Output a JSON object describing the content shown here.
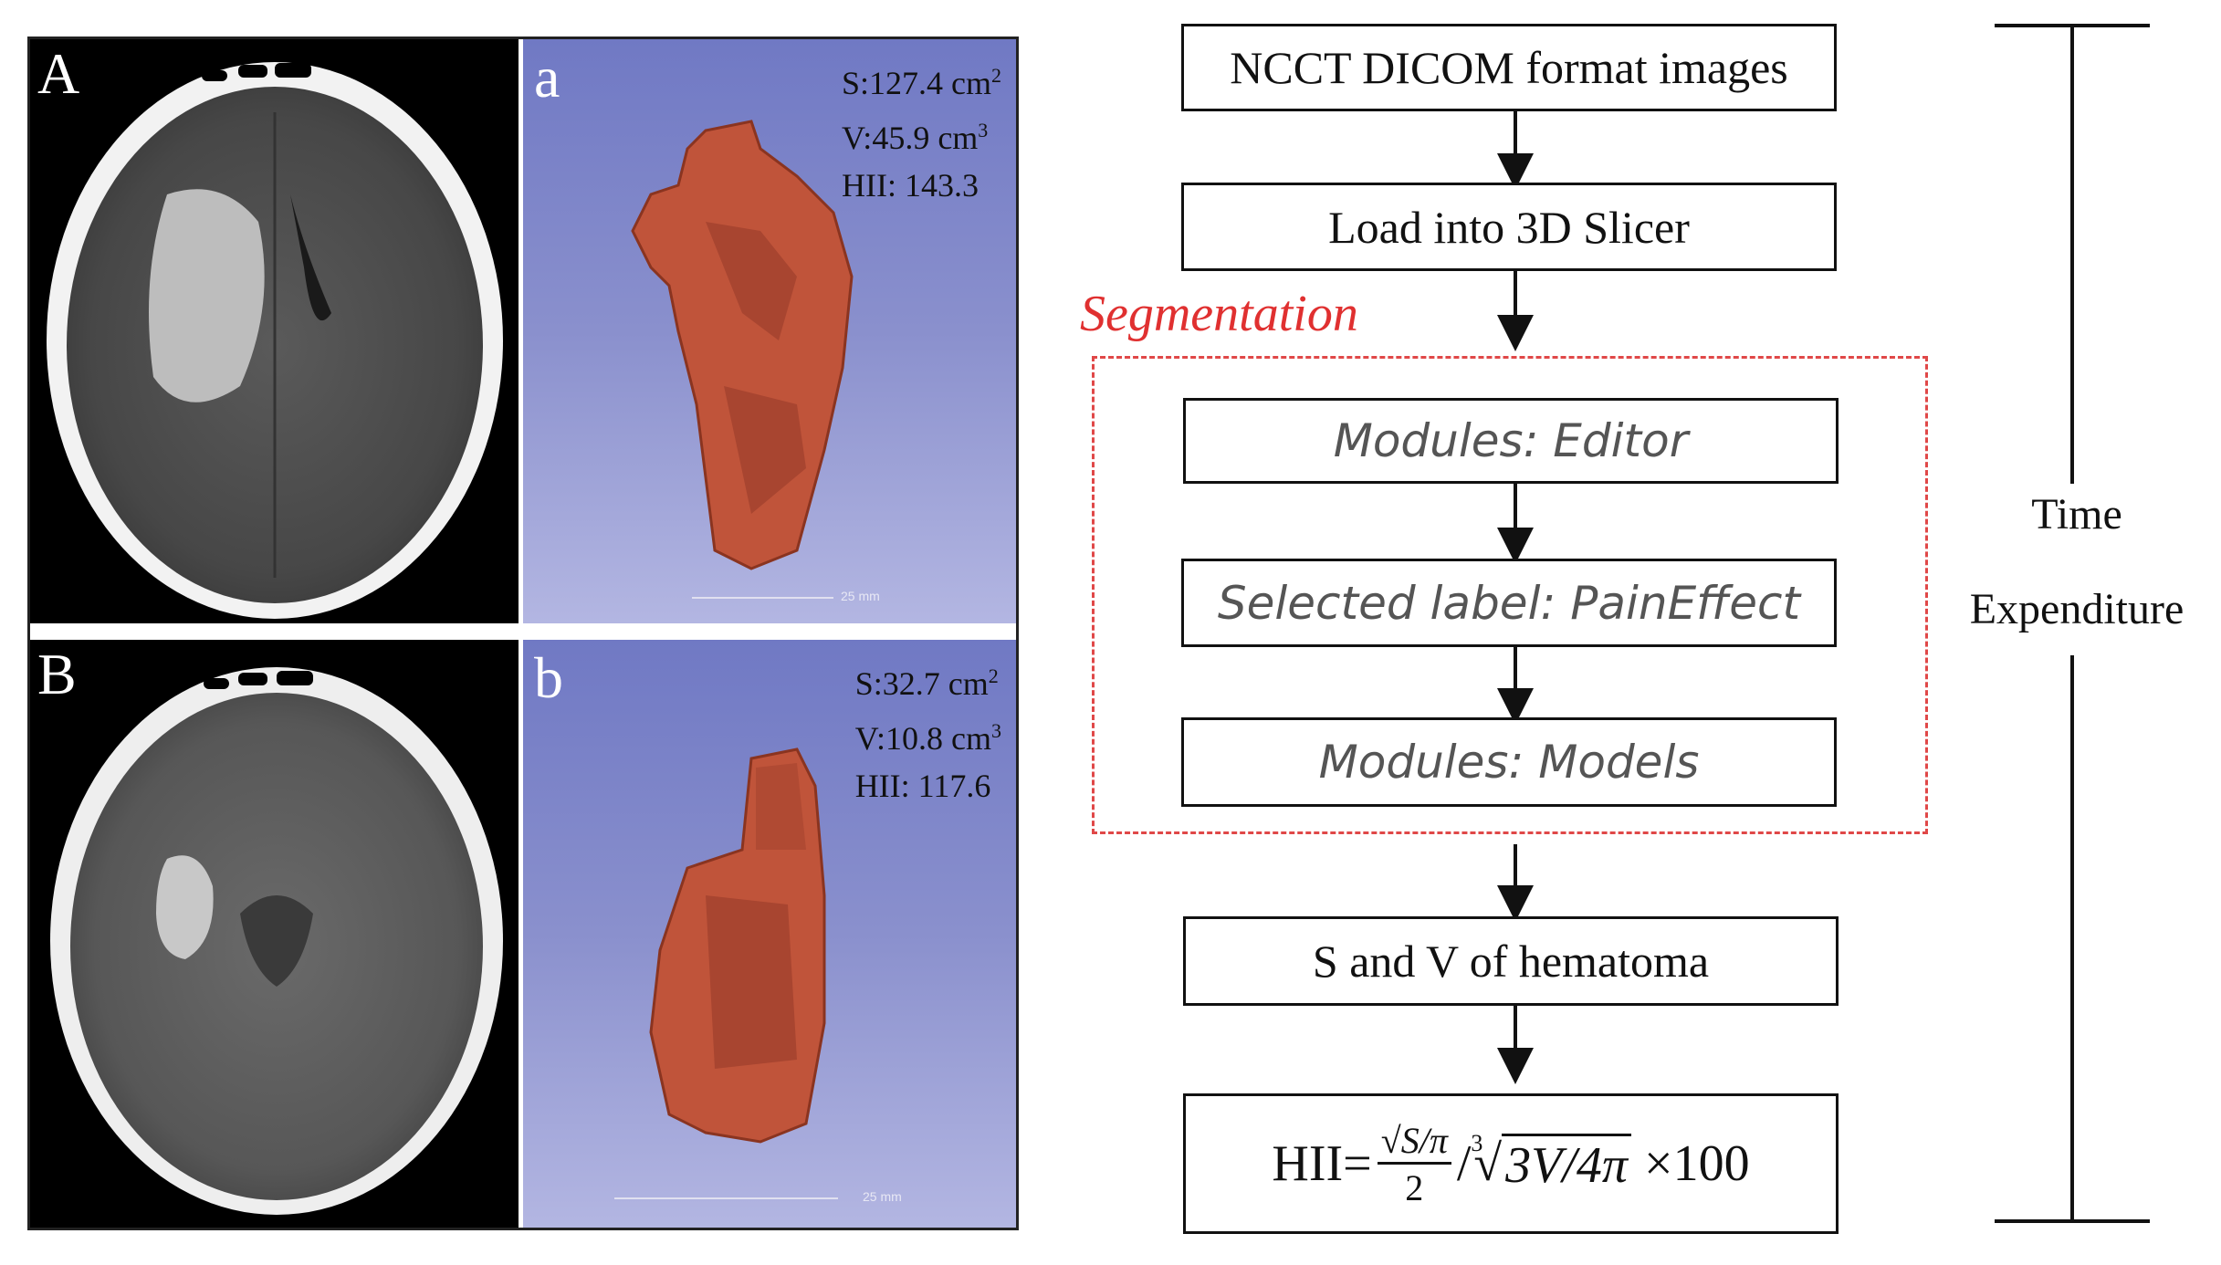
{
  "panels": {
    "A": {
      "letter": "A"
    },
    "a": {
      "letter": "a",
      "s_line": "S:127.4 cm",
      "s_exp": "2",
      "v_line": "V:45.9 cm",
      "v_exp": "3",
      "hii_line": "HII:  143.3",
      "scale": "25 mm"
    },
    "B": {
      "letter": "B"
    },
    "b": {
      "letter": "b",
      "s_line": "S:32.7 cm",
      "s_exp": "2",
      "v_line": "V:10.8 cm",
      "v_exp": "3",
      "hii_line": "HII:  117.6",
      "scale": "25 mm"
    }
  },
  "flow": {
    "step1": "NCCT DICOM format images",
    "step2": "Load into 3D Slicer",
    "segmentation_label": "Segmentation",
    "step3": "Modules: Editor",
    "step4": "Selected label: PainEffect",
    "step5": "Modules: Models",
    "step6": "S and V of hematoma",
    "formula": {
      "prefix": "HII=",
      "numerator": "√S/π",
      "denominator": "2",
      "slash": "/",
      "root_index": "3",
      "radicand": "3V/4π",
      "suffix": "×100"
    }
  },
  "timeline": {
    "label_line1": "Time",
    "label_line2": "Expenditure"
  },
  "colors": {
    "segmentation": "#e03030",
    "hematoma": "#c0543a",
    "render_bg": "#7a82c8"
  }
}
